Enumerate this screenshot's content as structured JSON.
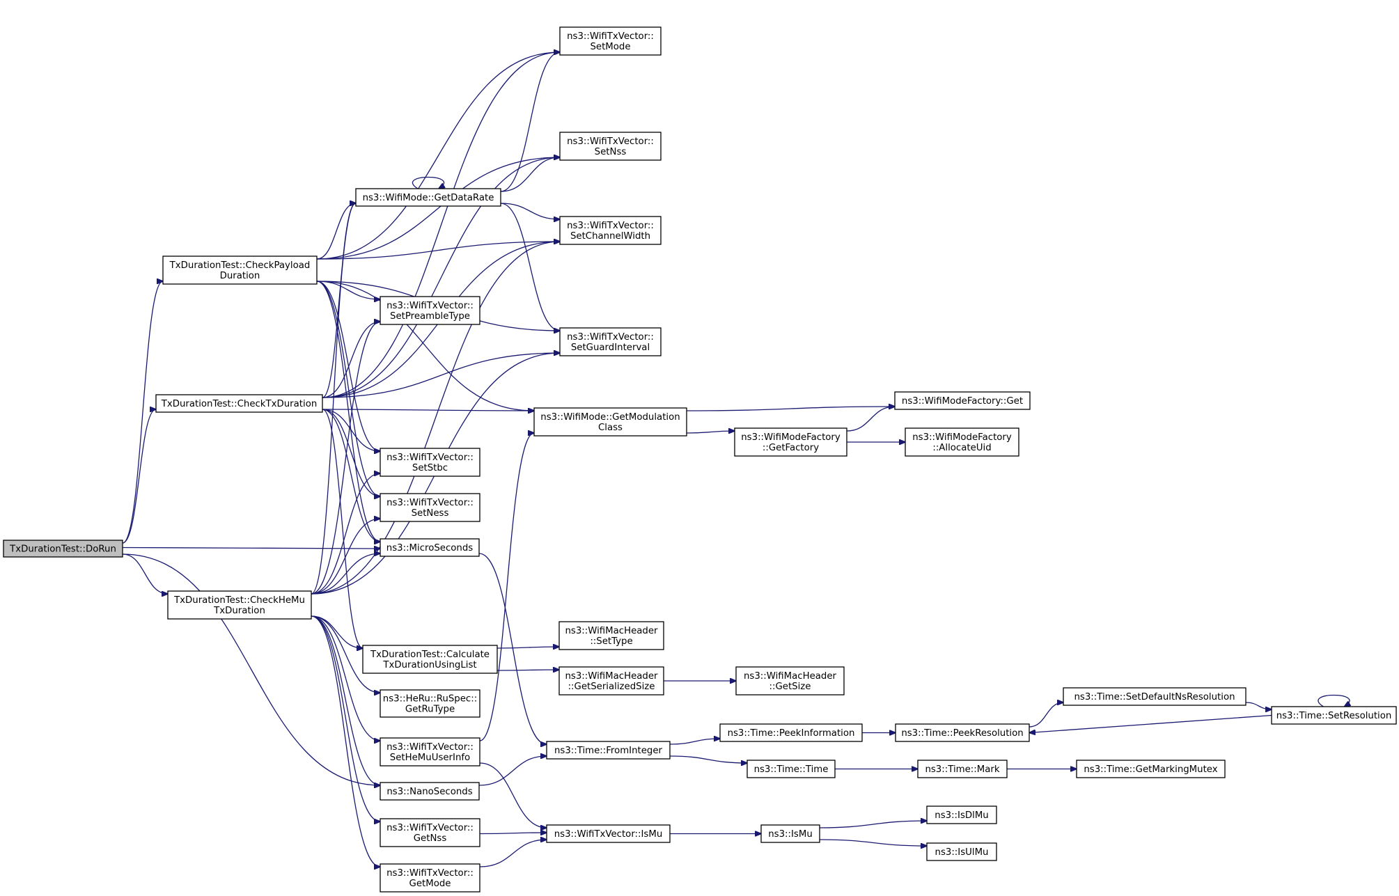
{
  "diagram": {
    "type": "call-graph",
    "edge_color": "#191970",
    "root_fill": "#bfbfbf",
    "nodes": [
      {
        "id": "dorun",
        "lines": [
          "TxDurationTest::DoRun"
        ],
        "root": true
      },
      {
        "id": "checkpayload",
        "lines": [
          "TxDurationTest::CheckPayload",
          "Duration"
        ]
      },
      {
        "id": "checktx",
        "lines": [
          "TxDurationTest::CheckTxDuration"
        ]
      },
      {
        "id": "checkhemu",
        "lines": [
          "TxDurationTest::CheckHeMu",
          "TxDuration"
        ]
      },
      {
        "id": "getdatarate",
        "lines": [
          "ns3::WifiMode::GetDataRate"
        ]
      },
      {
        "id": "setpreamble",
        "lines": [
          "ns3::WifiTxVector::",
          "SetPreambleType"
        ]
      },
      {
        "id": "setstbc",
        "lines": [
          "ns3::WifiTxVector::",
          "SetStbc"
        ]
      },
      {
        "id": "setness",
        "lines": [
          "ns3::WifiTxVector::",
          "SetNess"
        ]
      },
      {
        "id": "microseconds",
        "lines": [
          "ns3::MicroSeconds"
        ]
      },
      {
        "id": "calclist",
        "lines": [
          "TxDurationTest::Calculate",
          "TxDurationUsingList"
        ]
      },
      {
        "id": "getrutype",
        "lines": [
          "ns3::HeRu::RuSpec::",
          "GetRuType"
        ]
      },
      {
        "id": "sethemu",
        "lines": [
          "ns3::WifiTxVector::",
          "SetHeMuUserInfo"
        ]
      },
      {
        "id": "nanoseconds",
        "lines": [
          "ns3::NanoSeconds"
        ]
      },
      {
        "id": "getnss",
        "lines": [
          "ns3::WifiTxVector::",
          "GetNss"
        ]
      },
      {
        "id": "getmode",
        "lines": [
          "ns3::WifiTxVector::",
          "GetMode"
        ]
      },
      {
        "id": "setmode",
        "lines": [
          "ns3::WifiTxVector::",
          "SetMode"
        ]
      },
      {
        "id": "setnss",
        "lines": [
          "ns3::WifiTxVector::",
          "SetNss"
        ]
      },
      {
        "id": "setchannel",
        "lines": [
          "ns3::WifiTxVector::",
          "SetChannelWidth"
        ]
      },
      {
        "id": "setguard",
        "lines": [
          "ns3::WifiTxVector::",
          "SetGuardInterval"
        ]
      },
      {
        "id": "getmodclass",
        "lines": [
          "ns3::WifiMode::GetModulation",
          "Class"
        ]
      },
      {
        "id": "settype",
        "lines": [
          "ns3::WifiMacHeader",
          "::SetType"
        ]
      },
      {
        "id": "getsersize",
        "lines": [
          "ns3::WifiMacHeader",
          "::GetSerializedSize"
        ]
      },
      {
        "id": "frominteger",
        "lines": [
          "ns3::Time::FromInteger"
        ]
      },
      {
        "id": "ismu",
        "lines": [
          "ns3::WifiTxVector::IsMu"
        ]
      },
      {
        "id": "factget",
        "lines": [
          "ns3::WifiModeFactory::Get"
        ]
      },
      {
        "id": "getfactory",
        "lines": [
          "ns3::WifiModeFactory",
          "::GetFactory"
        ]
      },
      {
        "id": "allocuid",
        "lines": [
          "ns3::WifiModeFactory",
          "::AllocateUid"
        ]
      },
      {
        "id": "getsize",
        "lines": [
          "ns3::WifiMacHeader",
          "::GetSize"
        ]
      },
      {
        "id": "peekinfo",
        "lines": [
          "ns3::Time::PeekInformation"
        ]
      },
      {
        "id": "timetime",
        "lines": [
          "ns3::Time::Time"
        ]
      },
      {
        "id": "nsismu",
        "lines": [
          "ns3::IsMu"
        ]
      },
      {
        "id": "peekres",
        "lines": [
          "ns3::Time::PeekResolution"
        ]
      },
      {
        "id": "mark",
        "lines": [
          "ns3::Time::Mark"
        ]
      },
      {
        "id": "isdlmu",
        "lines": [
          "ns3::IsDlMu"
        ]
      },
      {
        "id": "isulmu",
        "lines": [
          "ns3::IsUlMu"
        ]
      },
      {
        "id": "setdefaultns",
        "lines": [
          "ns3::Time::SetDefaultNsResolution"
        ]
      },
      {
        "id": "getmarkmutex",
        "lines": [
          "ns3::Time::GetMarkingMutex"
        ]
      },
      {
        "id": "setres",
        "lines": [
          "ns3::Time::SetResolution"
        ]
      }
    ],
    "edges": [
      [
        "dorun",
        "checkpayload"
      ],
      [
        "dorun",
        "checktx"
      ],
      [
        "dorun",
        "checkhemu"
      ],
      [
        "dorun",
        "microseconds"
      ],
      [
        "dorun",
        "nanoseconds"
      ],
      [
        "checkpayload",
        "setmode"
      ],
      [
        "checkpayload",
        "setnss"
      ],
      [
        "checkpayload",
        "getdatarate"
      ],
      [
        "checkpayload",
        "setchannel"
      ],
      [
        "checkpayload",
        "setguard"
      ],
      [
        "checkpayload",
        "getmodclass"
      ],
      [
        "checkpayload",
        "setpreamble"
      ],
      [
        "checkpayload",
        "setstbc"
      ],
      [
        "checkpayload",
        "setness"
      ],
      [
        "checkpayload",
        "microseconds"
      ],
      [
        "checktx",
        "setmode"
      ],
      [
        "checktx",
        "setnss"
      ],
      [
        "checktx",
        "getdatarate"
      ],
      [
        "checktx",
        "setchannel"
      ],
      [
        "checktx",
        "setguard"
      ],
      [
        "checktx",
        "getmodclass"
      ],
      [
        "checktx",
        "setpreamble"
      ],
      [
        "checktx",
        "setstbc"
      ],
      [
        "checktx",
        "setness"
      ],
      [
        "checktx",
        "microseconds"
      ],
      [
        "checktx",
        "calclist"
      ],
      [
        "checkhemu",
        "getdatarate"
      ],
      [
        "checkhemu",
        "setpreamble"
      ],
      [
        "checkhemu",
        "setstbc"
      ],
      [
        "checkhemu",
        "setness"
      ],
      [
        "checkhemu",
        "microseconds"
      ],
      [
        "checkhemu",
        "setchannel"
      ],
      [
        "checkhemu",
        "setguard"
      ],
      [
        "checkhemu",
        "calclist"
      ],
      [
        "checkhemu",
        "getrutype"
      ],
      [
        "checkhemu",
        "sethemu"
      ],
      [
        "checkhemu",
        "nanoseconds"
      ],
      [
        "checkhemu",
        "getnss"
      ],
      [
        "checkhemu",
        "getmode"
      ],
      [
        "getdatarate",
        "getdatarate"
      ],
      [
        "getdatarate",
        "setmode"
      ],
      [
        "getdatarate",
        "setnss"
      ],
      [
        "getdatarate",
        "setchannel"
      ],
      [
        "getdatarate",
        "setguard"
      ],
      [
        "getmodclass",
        "factget"
      ],
      [
        "getmodclass",
        "getfactory"
      ],
      [
        "getfactory",
        "factget"
      ],
      [
        "getfactory",
        "allocuid"
      ],
      [
        "microseconds",
        "frominteger"
      ],
      [
        "nanoseconds",
        "frominteger"
      ],
      [
        "calclist",
        "settype"
      ],
      [
        "calclist",
        "getsersize"
      ],
      [
        "getsersize",
        "getsize"
      ],
      [
        "sethemu",
        "getmodclass"
      ],
      [
        "sethemu",
        "ismu"
      ],
      [
        "getnss",
        "ismu"
      ],
      [
        "getmode",
        "ismu"
      ],
      [
        "frominteger",
        "peekinfo"
      ],
      [
        "frominteger",
        "timetime"
      ],
      [
        "peekinfo",
        "peekres"
      ],
      [
        "peekres",
        "setdefaultns"
      ],
      [
        "setdefaultns",
        "setres"
      ],
      [
        "setres",
        "setres"
      ],
      [
        "setres",
        "peekres"
      ],
      [
        "timetime",
        "mark"
      ],
      [
        "mark",
        "getmarkmutex"
      ],
      [
        "ismu",
        "nsismu"
      ],
      [
        "nsismu",
        "isdlmu"
      ],
      [
        "nsismu",
        "isulmu"
      ]
    ]
  }
}
